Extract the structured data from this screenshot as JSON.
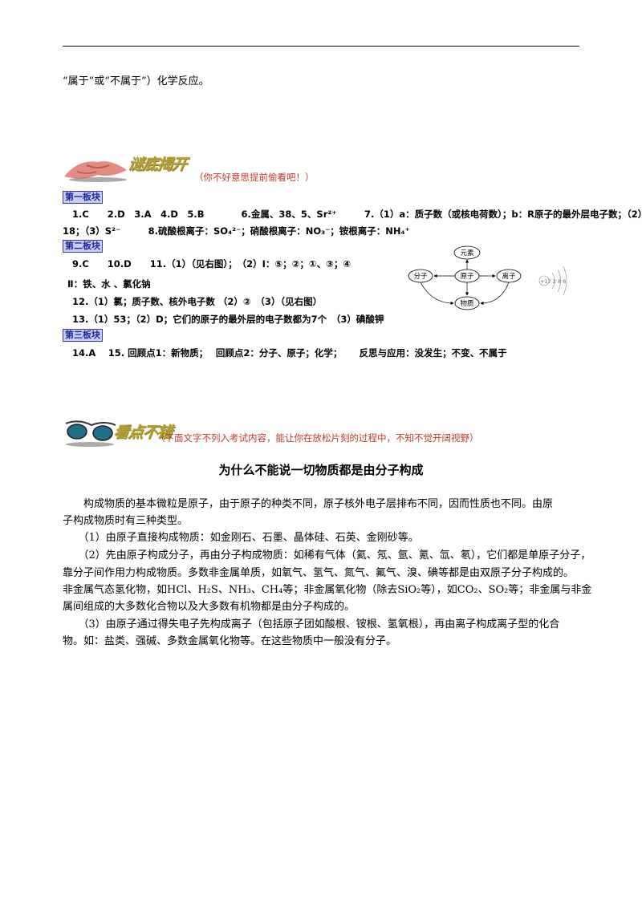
{
  "top_line": "“属于”或“不属于”）化学反应。",
  "banner1": {
    "title": "谜底揭开",
    "subtitle": "（你不好意思提前偷看吧！）"
  },
  "blocks": {
    "b1": "第一板块",
    "b2": "第二板块",
    "b3": "第三板块"
  },
  "answers": {
    "r1": "1.C　　2.D　3.A　4.D　5.B　　　　6.金属、38、5、Sr²⁺　　　7.（1）a：质子数（或核电荷数）；b：R原子的最外层电子数；（2）",
    "r2": "18；（3）S²⁻　　　8.硫酸根离子：SO₄²⁻；硝酸根离子：NO₃⁻；铵根离子：NH₄⁺",
    "r3": "9.C　　10.D　　11.（1）（见右图）；　（2）Ⅰ：⑤；②；①、③；④",
    "r4": "Ⅱ：铁、水 、氯化钠",
    "r5": "12.（1）氯；质子数、核外电子数 （2）②　（3）（见右图）",
    "r6": "13.（1）53；（2）D；它们的原子的最外层的电子数都为7个　（3）碘酸钾",
    "r7": "14.A　 15. 回顾点1：新物质；　 回顾点2：分子、原子；化学；　　 反思与应用：没发生；不变、不属于"
  },
  "diagram": {
    "n1": "元素",
    "n2": "分子",
    "n3": "原子",
    "n4": "离子",
    "n5": "物质",
    "atom": "+17 2 8 8"
  },
  "banner2": {
    "title": "看点不错",
    "subtitle": "（下面文字不列入考试内容，能让你在放松片刻的过程中，不知不觉开阔视野）"
  },
  "article": {
    "title": "为什么不能说一切物质都是由分子构成",
    "p1a": "　　构成物质的基本微粒是原子，由于原子的种类不同，原子核外电子层排布不同，因而性质也不同。由原",
    "p1b": "子构成物质时有三种类型。",
    "p2": "　　（1）由原子直接构成物质：如金刚石、石墨、晶体硅、石英、金刚砂等。",
    "p3a": "　　（2）先由原子构成分子，再由分子构成物质：如稀有气体（氦、氖、氩、氪、氙、氡），它们都是单原子分子，",
    "p3b": "靠分子间作用力构成物质。多数非金属单质，如氧气、氢气、氮气、氟气、溴、碘等都是由双原子分子构成的。",
    "p3c": "非金属气态氢化物，如HCl、H₂S、NH₃、CH₄等；非金属氧化物（除去SiO₂等），如CO₂、SO₂等；非金属与非金",
    "p3d": "属间组成的大多数化合物以及大多数有机物都是由分子构成的。",
    "p4a": "　　（3）由原子通过得失电子先构成离子（包括原子团如酸根、铵根、氢氧根），再由离子构成离子型的化合",
    "p4b": "物。如：盐类、强碱、多数金属氧化物等。在这些物质中一般没有分子。"
  }
}
